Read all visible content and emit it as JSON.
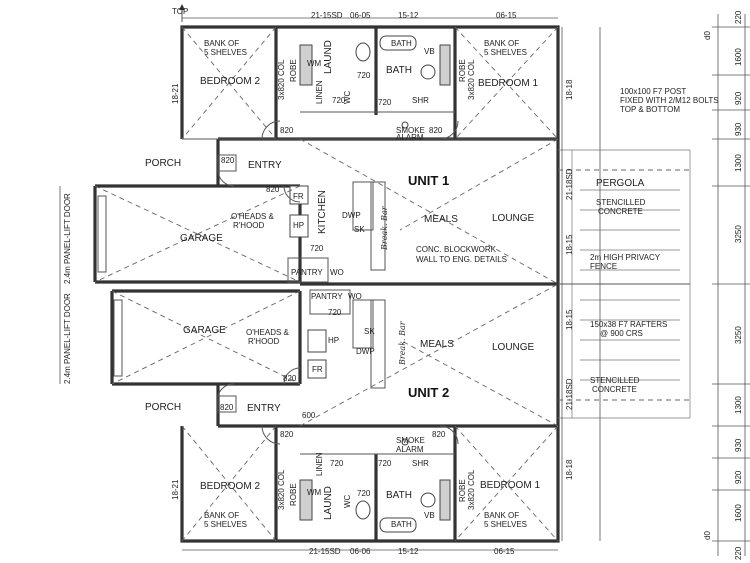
{
  "north_arrow": "TOP",
  "units": {
    "unit1": "UNIT 1",
    "unit2": "UNIT 2"
  },
  "rooms": {
    "bedroom1": "BEDROOM 1",
    "bedroom2": "BEDROOM 2",
    "bath": "BATH",
    "laundry": "LAUND",
    "robe": "ROBE",
    "wc": "WC",
    "linen": "LINEN",
    "wm": "WM",
    "shr": "SHR",
    "vb": "VB",
    "hp": "HP",
    "fr": "FR",
    "dwp": "DWP",
    "sk": "SK",
    "wo": "WO",
    "entry": "ENTRY",
    "porch": "PORCH",
    "garage": "GARAGE",
    "kitchen": "KITCHEN",
    "pantry": "PANTRY",
    "meals": "MEALS",
    "lounge": "LOUNGE",
    "pergola": "PERGOLA"
  },
  "notes": {
    "shelves_line1": "BANK OF",
    "shelves_line2": "5 SHELVES",
    "robe_col": "3x820 COL",
    "smoke_line1": "SMOKE",
    "smoke_line2": "ALARM",
    "oheads_line1": "O'HEADS &",
    "oheads_line2": "R'HOOD",
    "blockwork_line1": "CONC. BLOCKWORK",
    "blockwork_line2": "WALL TO ENG. DETAILS",
    "breakfast_bar": "Break. Bar",
    "post_line1": "100x100 F7 POST",
    "post_line2": "FIXED WITH 2/M12 BOLTS",
    "post_line3": "TOP & BOTTOM",
    "stencilled_line1": "STENCILLED",
    "stencilled_line2": "CONCRETE",
    "privacy_line1": "2m HIGH PRIVACY",
    "privacy_line2": "FENCE",
    "rafters_line1": "150x38 F7 RAFTERS",
    "rafters_line2": "@ 900 CRS",
    "garage_door": "2.4m PANEL-LIFT DOOR"
  },
  "door_widths": {
    "d720": "720",
    "d820": "820"
  },
  "top_dims": [
    "21-15SD",
    "06-05",
    "15-12",
    "06-15"
  ],
  "bottom_dims": [
    "21-15SD",
    "06-06",
    "15-12",
    "06-15"
  ],
  "side_codes": {
    "c18_21": "18-21",
    "c18_18": "18-18",
    "c18_15": "18-15",
    "c21_18sd": "21-18SD",
    "c600": "600"
  },
  "right_dims": [
    "220",
    "1600",
    "920",
    "930",
    "1300",
    "3250",
    "3250",
    "1300",
    "930",
    "920",
    "1600",
    "220"
  ],
  "far_right_label": "d0"
}
